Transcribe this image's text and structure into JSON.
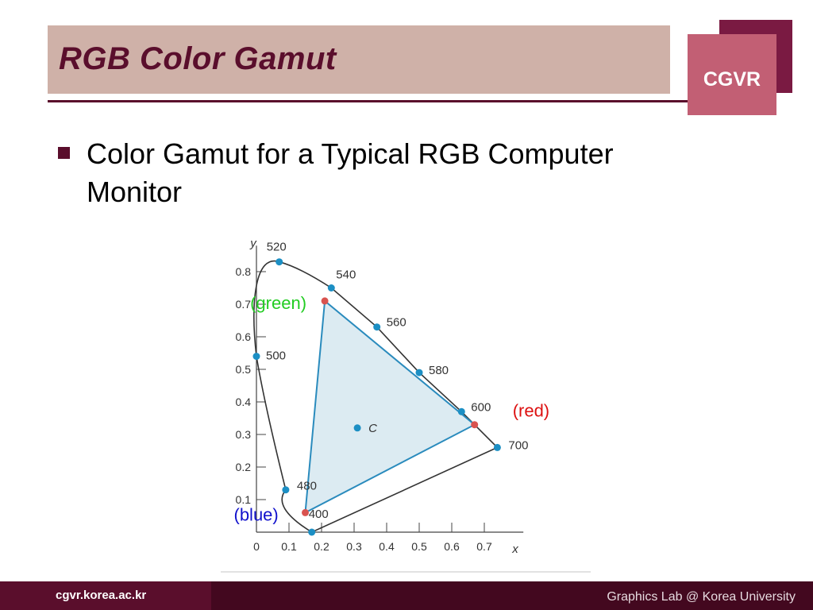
{
  "slide": {
    "title": "RGB Color Gamut",
    "logo": "CGVR",
    "bullet": "Color Gamut for a Typical RGB Computer Monitor"
  },
  "footer": {
    "left": "cgvr.korea.ac.kr",
    "right": "Graphics Lab @ Korea University"
  },
  "colors": {
    "title_text": "#5a0e2c",
    "title_bar": "#cfb1a8",
    "logo_front": "#c25f74",
    "logo_back": "#7a1a42",
    "footer_bg": "#43081f",
    "footer_left_bg": "#5a0e2c",
    "gamut_fill": "#dcebf2",
    "gamut_line": "#2a8bbd",
    "spectral_point": "#1c8fc4",
    "primary_point": "#d9534f",
    "green_label": "#22cc22",
    "red_label": "#dd1111",
    "blue_label": "#1111cc"
  },
  "chart_data": {
    "type": "scatter",
    "xlabel": "x",
    "ylabel": "y",
    "xlim": [
      0,
      0.8
    ],
    "ylim": [
      0,
      0.9
    ],
    "x_ticks": [
      "0",
      "0.1",
      "0.2",
      "0.3",
      "0.4",
      "0.5",
      "0.6",
      "0.7"
    ],
    "y_ticks": [
      "0.1",
      "0.2",
      "0.3",
      "0.4",
      "0.5",
      "0.6",
      "0.7",
      "0.8"
    ],
    "spectral_points": [
      {
        "label": "520",
        "x": 0.07,
        "y": 0.83
      },
      {
        "label": "540",
        "x": 0.23,
        "y": 0.75
      },
      {
        "label": "560",
        "x": 0.37,
        "y": 0.63
      },
      {
        "label": "580",
        "x": 0.5,
        "y": 0.49
      },
      {
        "label": "600",
        "x": 0.63,
        "y": 0.37
      },
      {
        "label": "700",
        "x": 0.74,
        "y": 0.26
      },
      {
        "label": "500",
        "x": 0.0,
        "y": 0.54
      },
      {
        "label": "480",
        "x": 0.09,
        "y": 0.13
      },
      {
        "label": "400",
        "x": 0.17,
        "y": 0.0
      }
    ],
    "primaries": [
      {
        "label": "(green)",
        "x": 0.21,
        "y": 0.71
      },
      {
        "label": "(red)",
        "x": 0.67,
        "y": 0.33
      },
      {
        "label": "(blue)",
        "x": 0.15,
        "y": 0.06
      }
    ],
    "white_point": {
      "label": "C",
      "x": 0.31,
      "y": 0.32
    }
  }
}
